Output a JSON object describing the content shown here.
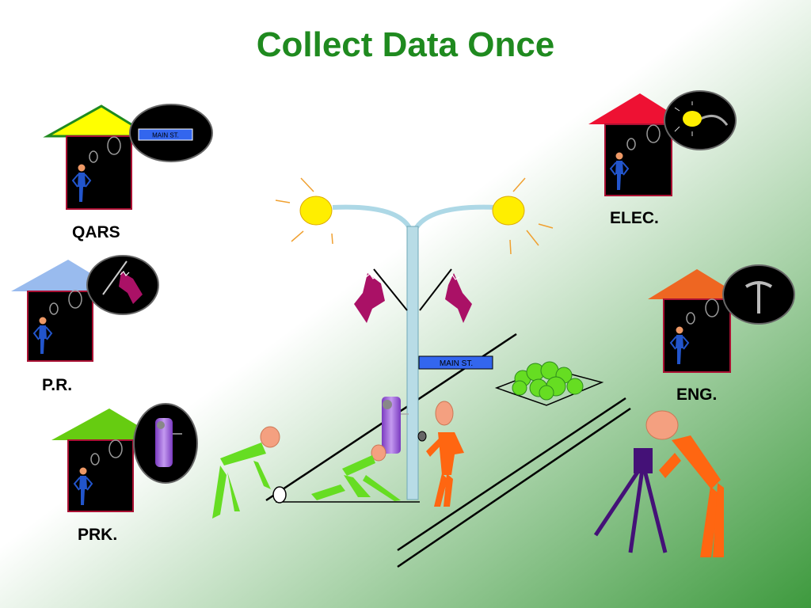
{
  "slide": {
    "title": "Collect Data Once"
  },
  "departments": [
    {
      "label": "QARS",
      "roof_color": "#ffff00",
      "roof_outline": "#1f8a1f",
      "thought": "street sign"
    },
    {
      "label": "P.R.",
      "roof_color": "#99bbee",
      "roof_outline": "",
      "thought": "flag"
    },
    {
      "label": "PRK.",
      "roof_color": "#66cc11",
      "roof_outline": "",
      "thought": "trash can"
    },
    {
      "label": "ELEC.",
      "roof_color": "#ee1133",
      "roof_outline": "",
      "thought": "street light"
    },
    {
      "label": "ENG.",
      "roof_color": "#ee6622",
      "roof_outline": "",
      "thought": "survey marker"
    }
  ],
  "street_sign": {
    "text": "MAIN ST.",
    "color": "#3366ee"
  },
  "colors": {
    "title": "#1f8a1f",
    "house_wall": "#000000",
    "house_border": "#aa1133",
    "flag": "#aa1166",
    "trash_can": "#9955dd",
    "worker_green": "#66dd22",
    "worker_orange": "#ff6611",
    "tripod": "#441177",
    "lamp": "#ffee00"
  }
}
